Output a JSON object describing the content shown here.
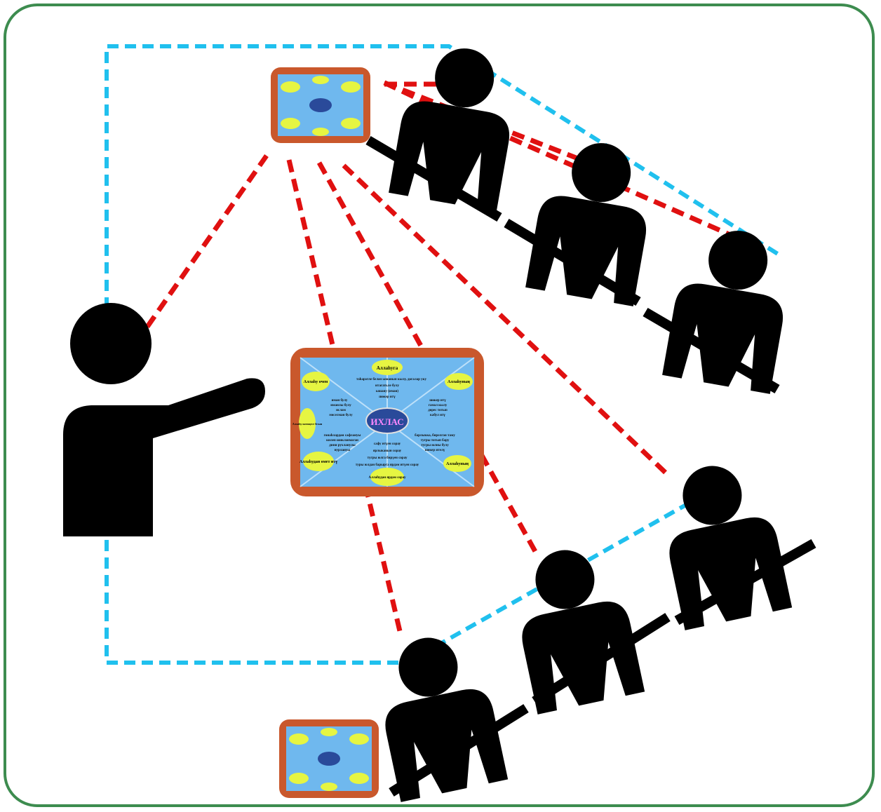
{
  "colors": {
    "frame": "#3d8c4f",
    "silhouette": "#000000",
    "red_line": "#e01010",
    "blue_line": "#20c0ee",
    "board_border": "#c9582c",
    "board_bg": "#6fb8ee",
    "bubble": "#e6f542"
  },
  "board": {
    "center": "ИХЛАС",
    "bubbles": {
      "top": "Аллаһуга",
      "top_left": "Аллаһу өчен",
      "top_right": "Аллаһуның",
      "mid_left": "Аллаһу нәтиҗесе белән",
      "bottom_left": "Аллаһудан өмет итү",
      "bottom_right": "Аллаһуның",
      "bottom": "Аллаһудан ярдәм сорау"
    },
    "lines": [
      "тәһарәтле белән ышанып кылу, догалар уку",
      "итагатьле булу",
      "ышану (иман)",
      "шөкер итү",
      "иман булу",
      "иманлы булу",
      "ислам",
      "мөселман булу",
      "шөкер итү",
      "гамәл кылу",
      "дөрес тотып",
      "кабул итү",
      "гөнаһлардан сафлануы",
      "килеп шикләнмәгән",
      "дини рухланулы",
      "нурлануы",
      "сафу итүен сорау",
      "ярлыкавын сорау",
      "тугры юлга бирүен сорау",
      "туры юлдан барырга ярдәм итүен сорау",
      "барлыкка, бирелгән таму",
      "тугры тотып бару",
      "тугры юлны булу",
      "шөкер ителү"
    ]
  }
}
